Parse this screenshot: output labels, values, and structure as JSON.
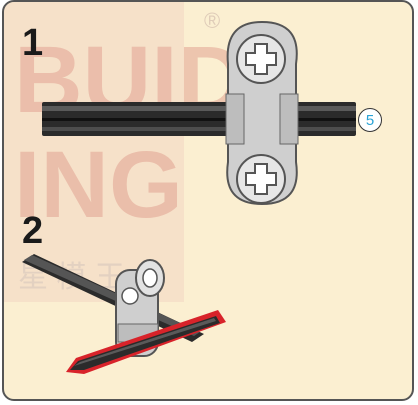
{
  "steps": [
    {
      "number": "1"
    },
    {
      "number": "2"
    }
  ],
  "callout": {
    "quantity": "5"
  },
  "watermark": {
    "line1": "BUID",
    "line2": "ING",
    "mark": "®",
    "chinese": "星 模 王"
  },
  "colors": {
    "panel_background": "#fbefd1",
    "panel_border": "#555555",
    "axle": "#2b2b2b",
    "connector": "#c8c8c8",
    "highlight": "#d8232a",
    "watermark": "#e9b3a8",
    "callout_text": "#2aa3d6"
  },
  "icons": [
    "axle-icon",
    "cross-axle-connector-icon"
  ]
}
